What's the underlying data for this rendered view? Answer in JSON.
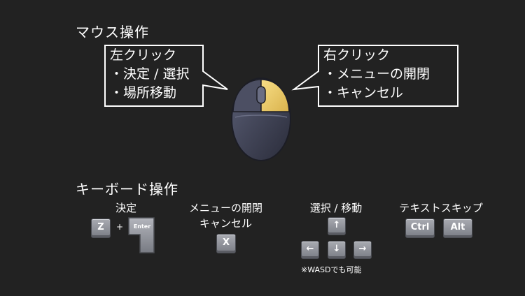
{
  "mouse": {
    "title": "マウス操作",
    "left_click": {
      "heading": "左クリック",
      "items": [
        "・決定 / 選択",
        "・場所移動"
      ]
    },
    "right_click": {
      "heading": "右クリック",
      "items": [
        "・メニューの開閉",
        "・キャンセル"
      ]
    }
  },
  "keyboard": {
    "title": "キーボード操作",
    "confirm": {
      "label": "決定",
      "key1": "Z",
      "plus": "+",
      "key2": "Enter"
    },
    "menu": {
      "label_line1": "メニューの開閉",
      "label_line2": "キャンセル",
      "key": "X"
    },
    "move": {
      "label": "選択 / 移動",
      "up": "↑",
      "left": "←",
      "down": "↓",
      "right": "→",
      "note": "※WASDでも可能"
    },
    "skip": {
      "label": "テキストスキップ",
      "key1": "Ctrl",
      "key2": "Alt"
    }
  },
  "colors": {
    "background": "#222222",
    "mouse_body": "#3c3f52",
    "right_button_highlight": "#f1d16e",
    "key_face": "#9a9ca3"
  }
}
